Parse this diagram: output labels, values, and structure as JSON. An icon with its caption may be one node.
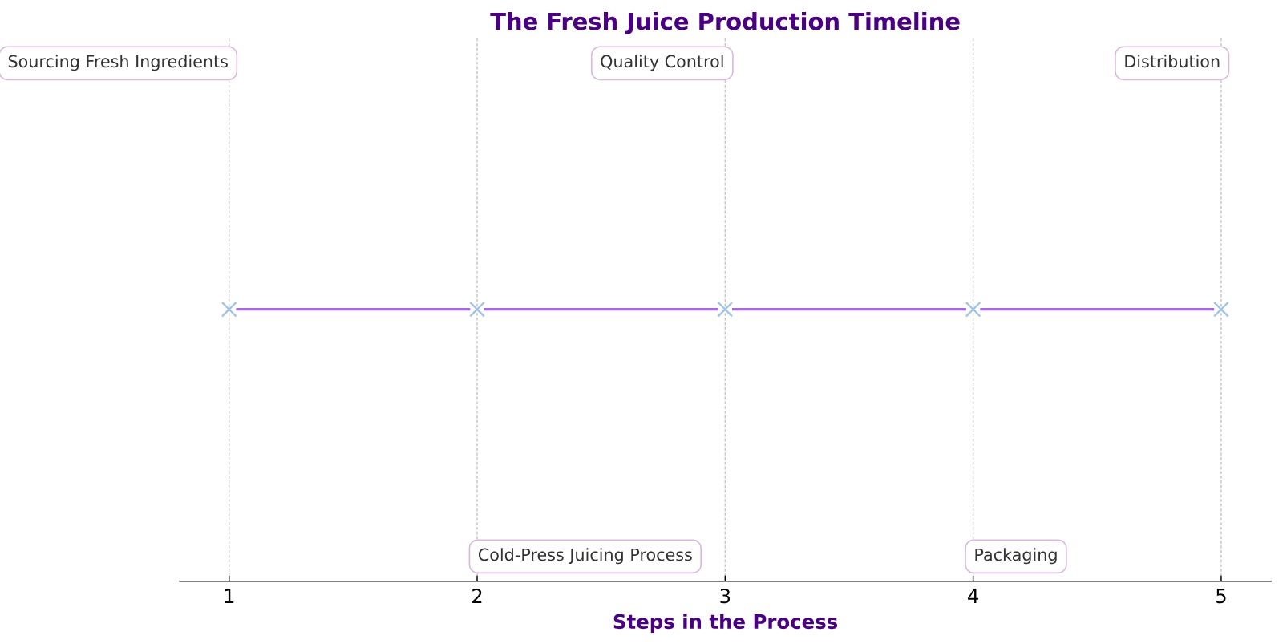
{
  "diagram": {
    "title": "The Fresh Juice Production Timeline",
    "nodes": [
      {
        "text": [
          "Sourcing Fresh Ingredients"
        ]
      },
      {
        "text": [
          "Cold-Press Juicing Process"
        ]
      },
      {
        "text": [
          "Quality Control"
        ]
      },
      {
        "text": [
          "Packaging"
        ]
      },
      {
        "text": [
          "Distribution"
        ]
      },
      {
        "text": [],
        "shape": "cross"
      },
      {
        "text": [],
        "shape": "cross"
      },
      {
        "text": [],
        "shape": "cross"
      },
      {
        "text": [],
        "shape": "cross"
      },
      {
        "text": [],
        "shape": "cross"
      }
    ],
    "edges": [
      {
        "from": 5,
        "to": 6,
        "arrow": "none"
      },
      {
        "from": 6,
        "to": 7,
        "arrow": "none"
      },
      {
        "from": 7,
        "to": 8,
        "arrow": "none"
      },
      {
        "from": 8,
        "to": 9,
        "arrow": "none"
      }
    ],
    "labels": [
      "1",
      "2",
      "3",
      "4",
      "5",
      "Steps in the Process"
    ]
  }
}
